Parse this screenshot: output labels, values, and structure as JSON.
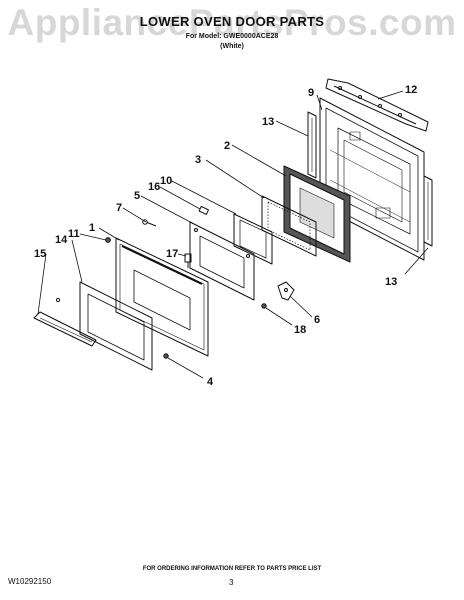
{
  "watermark": "AppliancePartsPros.com",
  "header": {
    "title": "LOWER OVEN DOOR PARTS",
    "model_line": "For Model: GWE0000ACE28",
    "color": "(White)"
  },
  "callouts": {
    "c1": "1",
    "c2": "2",
    "c3": "3",
    "c4": "4",
    "c5": "5",
    "c6": "6",
    "c7": "7",
    "c9": "9",
    "c10": "10",
    "c11": "11",
    "c12": "12",
    "c13a": "13",
    "c13b": "13",
    "c14": "14",
    "c15": "15",
    "c16": "16",
    "c17": "17",
    "c18": "18"
  },
  "footer": {
    "doc_number": "W10292150",
    "ordering_note": "FOR ORDERING INFORMATION REFER TO PARTS PRICE LIST",
    "page_number": "3"
  }
}
